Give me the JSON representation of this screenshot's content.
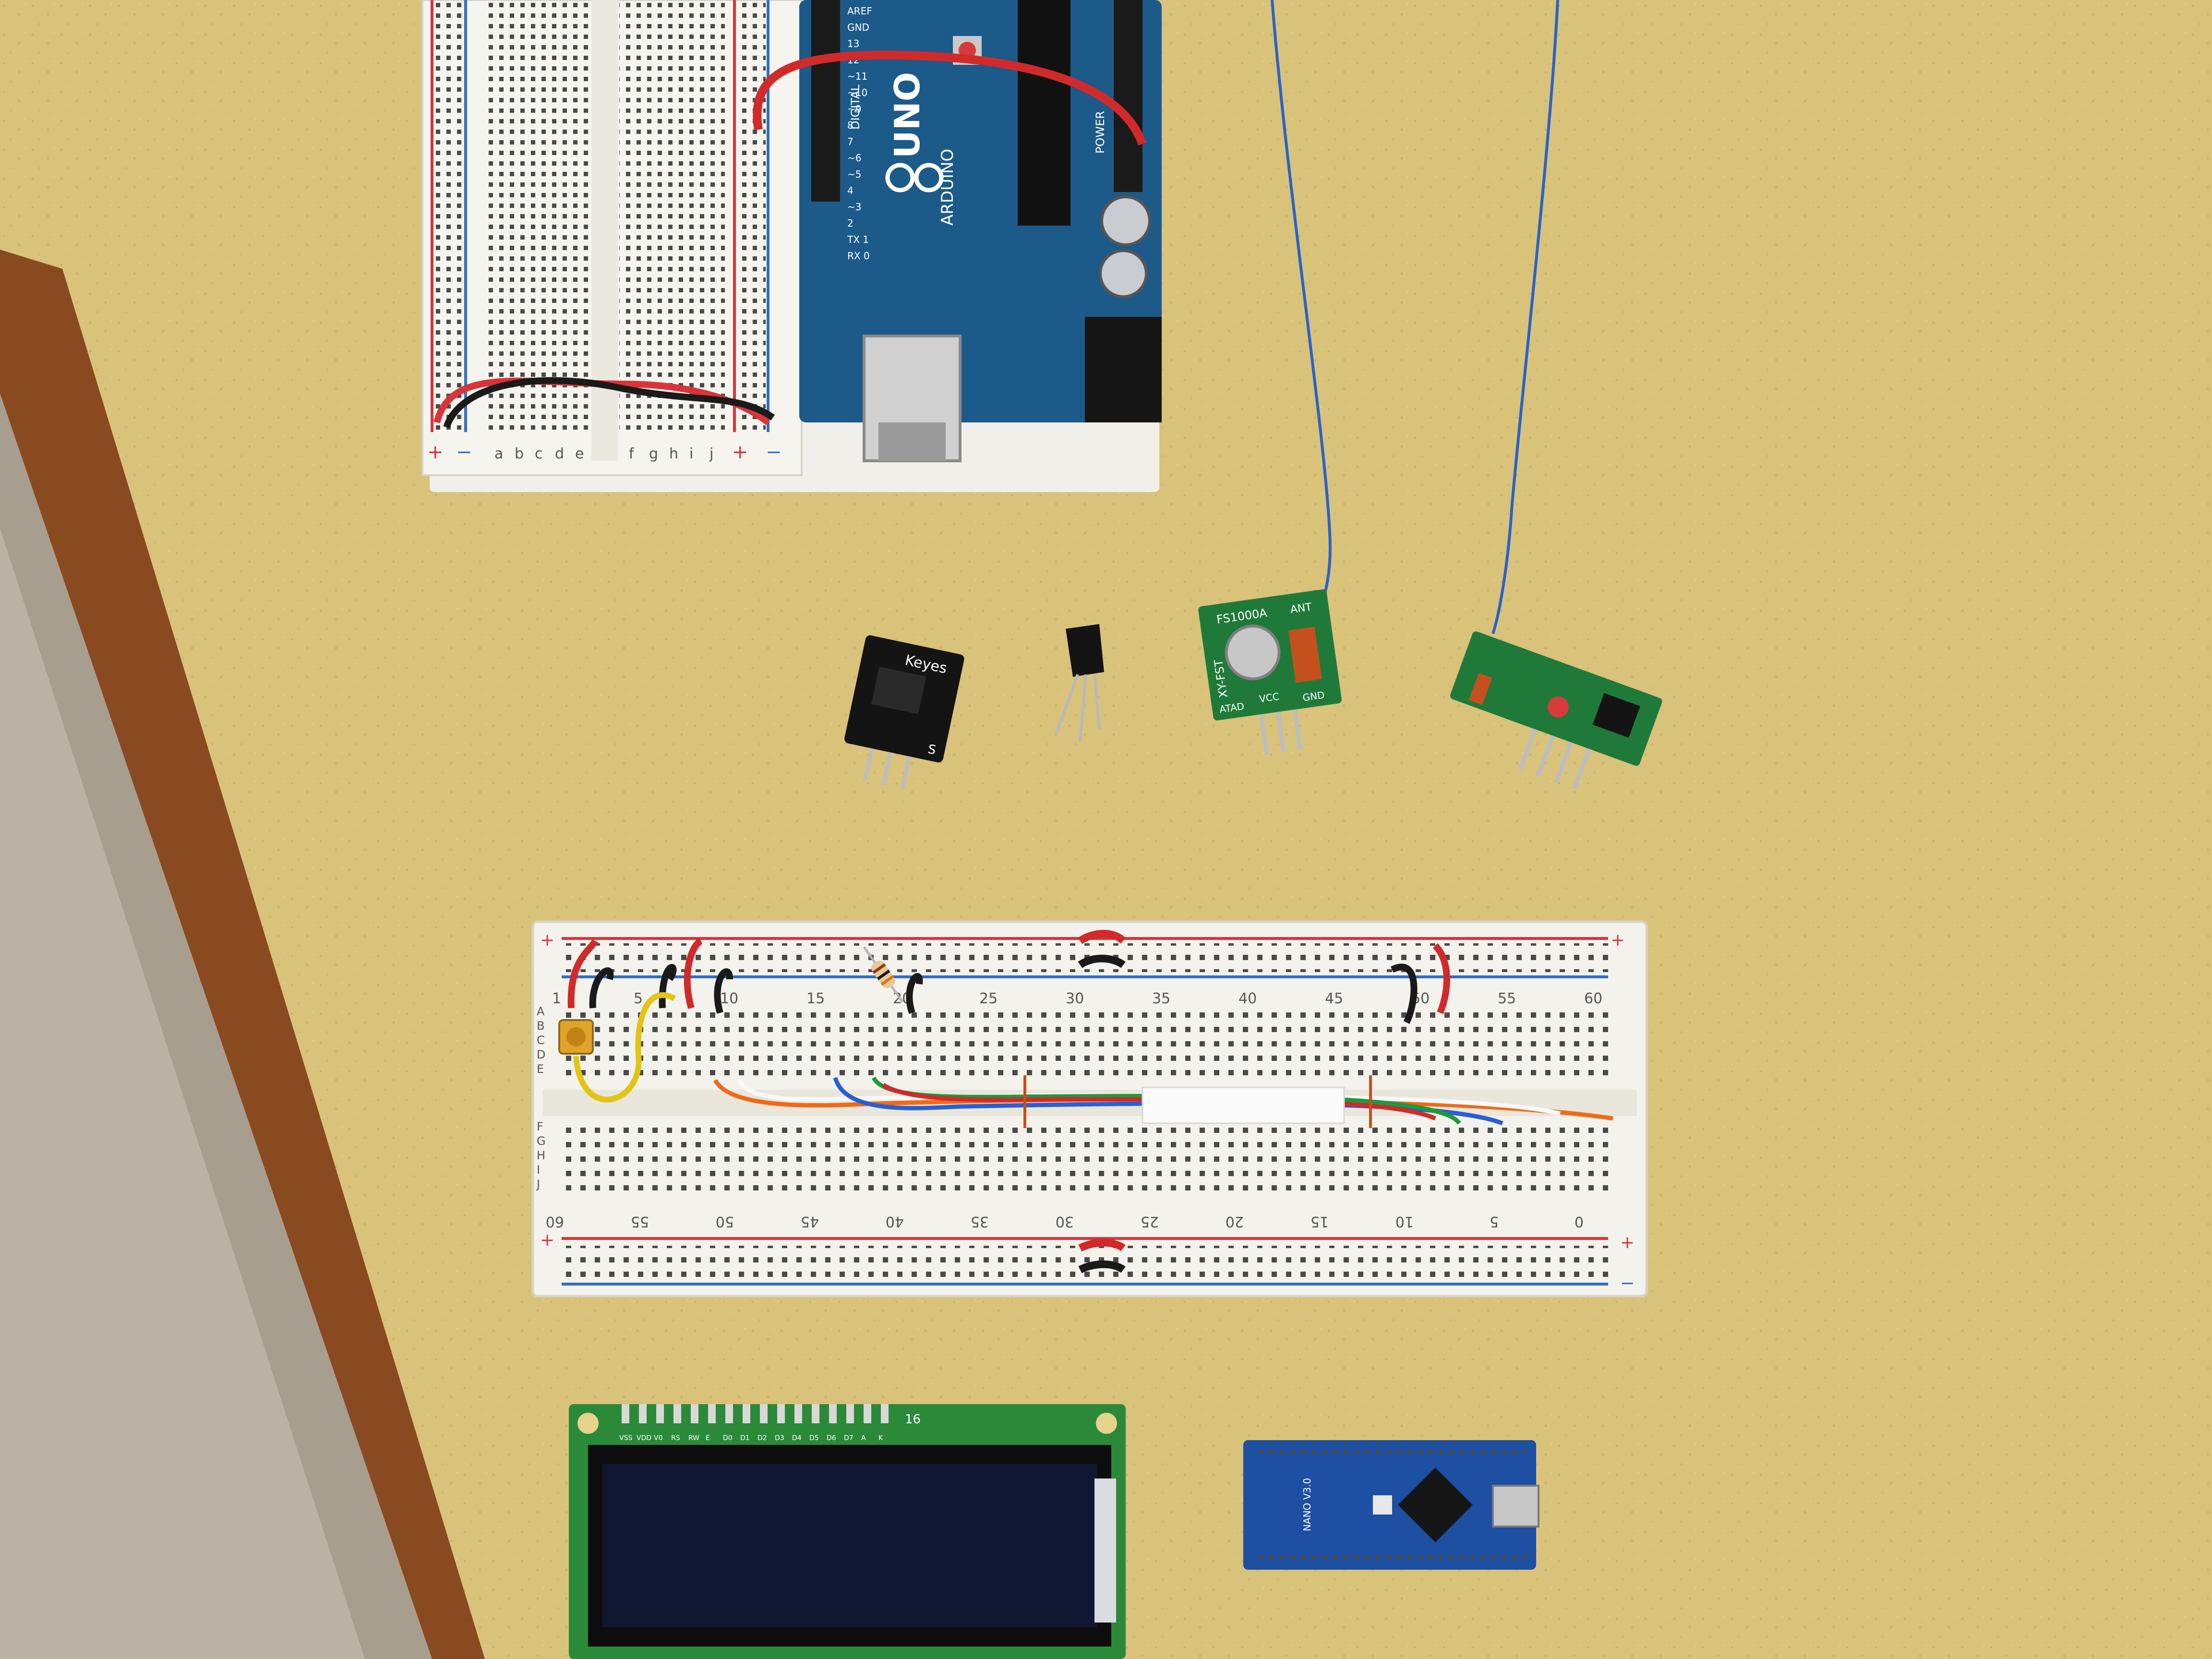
{
  "colors": {
    "table": "#d9c27a",
    "table_dark": "#c9ad60",
    "wood": "#8a4a1f",
    "breadboard": "#f2efe8",
    "rail_red": "#d8343a",
    "rail_blue": "#2f6fc4",
    "arduino_blue": "#1c5a8a",
    "pcb_green": "#1f7a3a",
    "nano_blue": "#1d4fa3",
    "lcd_screen": "#101733",
    "antenna": "#2a62c9"
  },
  "uno": {
    "brand": "ARDUINO",
    "model": "UNO",
    "pin_labels": [
      "AREF",
      "GND",
      "13",
      "12",
      "~11",
      "~10",
      "~9",
      "8",
      "7",
      "~6",
      "~5",
      "4",
      "~3",
      "2",
      "TX 1",
      "RX 0"
    ],
    "digital_label": "DIGITAL",
    "power_label": "POWER"
  },
  "top_breadboard": {
    "column_letters_left": [
      "a",
      "b",
      "c",
      "d",
      "e"
    ],
    "column_letters_right": [
      "f",
      "g",
      "h",
      "i",
      "j"
    ],
    "plus": "+",
    "minus": "−"
  },
  "keyes_module": {
    "brand": "Keyes",
    "pin_s": "S"
  },
  "transmitter": {
    "model": "FS1000A",
    "series": "XY-FST",
    "ant_label": "ANT",
    "pins": [
      "ATAD",
      "VCC",
      "GND"
    ]
  },
  "main_breadboard": {
    "top_numbers": [
      "1",
      "5",
      "10",
      "15",
      "20",
      "25",
      "30",
      "35",
      "40",
      "45",
      "50",
      "55",
      "60"
    ],
    "bottom_numbers": [
      "60",
      "55",
      "50",
      "45",
      "40",
      "35",
      "30",
      "25",
      "20",
      "15",
      "10",
      "5",
      "0"
    ],
    "row_letters_top": [
      "A",
      "B",
      "C",
      "D",
      "E"
    ],
    "row_letters_bottom": [
      "F",
      "G",
      "H",
      "I",
      "J"
    ],
    "plus": "+",
    "minus": "−"
  },
  "lcd": {
    "pin_labels": [
      "VSS",
      "VDD",
      "V0",
      "RS",
      "RW",
      "E",
      "D0",
      "D1",
      "D2",
      "D3",
      "D4",
      "D5",
      "D6",
      "D7",
      "A",
      "K"
    ],
    "pin_count": "16"
  },
  "nano": {
    "version": "NANO V3.0"
  }
}
